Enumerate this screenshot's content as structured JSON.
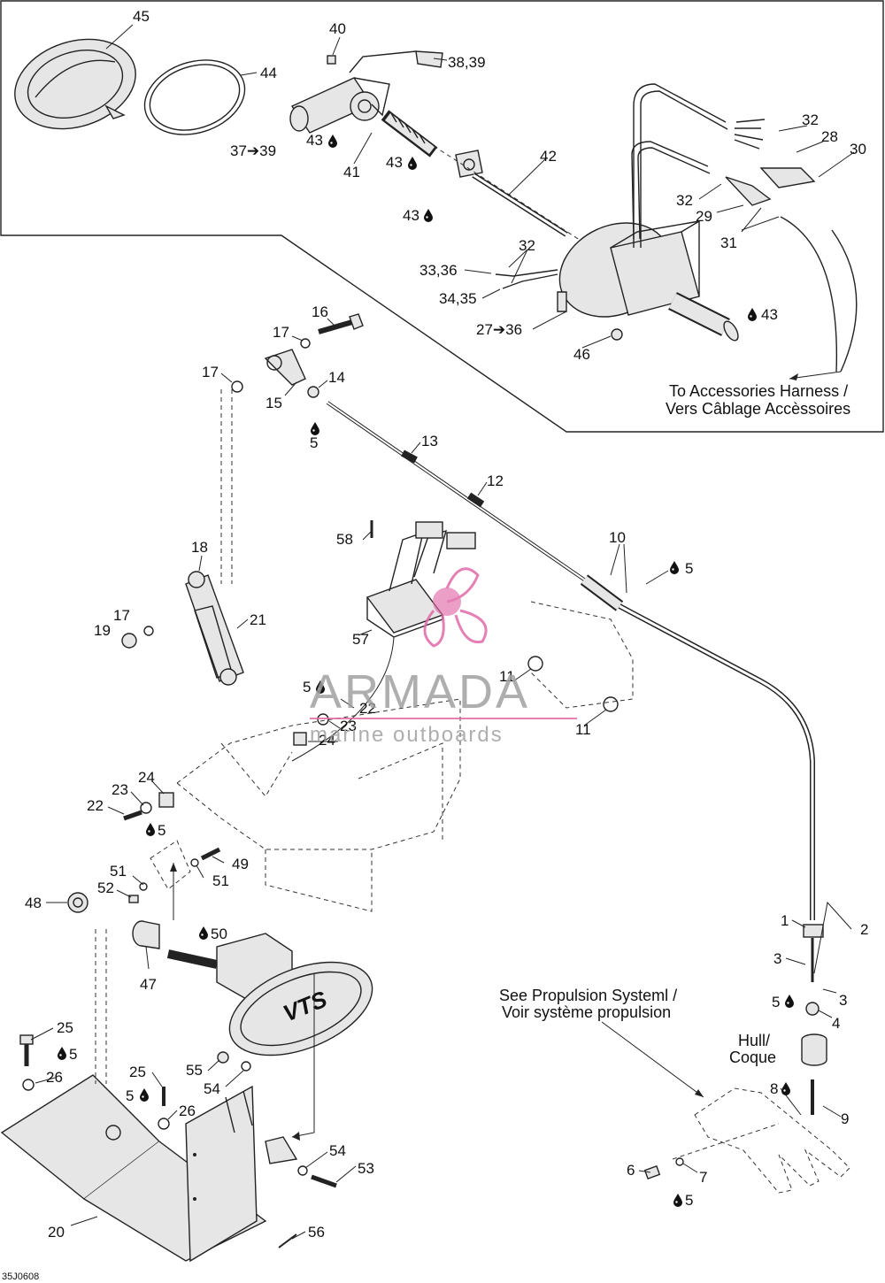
{
  "callouts": {
    "c1": "1",
    "c2": "2",
    "c3a": "3",
    "c3b": "3",
    "c4": "4",
    "c5a": "5",
    "c5b": "5",
    "c5c": "5",
    "c5d": "5",
    "c5e": "5",
    "c5f": "5",
    "c5g": "5",
    "c6": "6",
    "c7": "7",
    "c8": "8",
    "c9": "9",
    "c10": "10",
    "c11a": "11",
    "c11b": "11",
    "c12": "12",
    "c13": "13",
    "c14": "14",
    "c15": "15",
    "c16": "16",
    "c17a": "17",
    "c17b": "17",
    "c17c": "17",
    "c18": "18",
    "c19": "19",
    "c20": "20",
    "c21": "21",
    "c22a": "22",
    "c22b": "22",
    "c23a": "23",
    "c23b": "23",
    "c24a": "24",
    "c24b": "24",
    "c25a": "25",
    "c25b": "25",
    "c26a": "26",
    "c26b": "26",
    "c27_36": "27➔36",
    "c28": "28",
    "c29": "29",
    "c30": "30",
    "c31": "31",
    "c32a": "32",
    "c32b": "32",
    "c32c": "32",
    "c33_36": "33,36",
    "c34_35": "34,35",
    "c37_39": "37➔39",
    "c38_39": "38,39",
    "c40": "40",
    "c41": "41",
    "c42": "42",
    "c43a": "43",
    "c43b": "43",
    "c43c": "43",
    "c43d": "43",
    "c44": "44",
    "c45": "45",
    "c46": "46",
    "c47": "47",
    "c48": "48",
    "c49": "49",
    "c50": "50",
    "c51a": "51",
    "c51b": "51",
    "c52": "52",
    "c53": "53",
    "c54a": "54",
    "c54b": "54",
    "c55": "55",
    "c56": "56",
    "c57": "57",
    "c58": "58"
  },
  "notes": {
    "accessories_en": "To Accessories Harness /",
    "accessories_fr": "Vers Câblage Accèssoires",
    "propulsion_en": "See Propulsion Systeml /",
    "propulsion_fr": "Voir système propulsion",
    "hull_en": "Hull/",
    "hull_fr": "Coque",
    "vts_logo": "VTS"
  },
  "watermark": {
    "brand": "ARMADA",
    "tagline": "marine outboards",
    "pink": "#e06aa8"
  },
  "drawing_code": "35J0608",
  "icons": {
    "lubricant": "drop-icon"
  }
}
